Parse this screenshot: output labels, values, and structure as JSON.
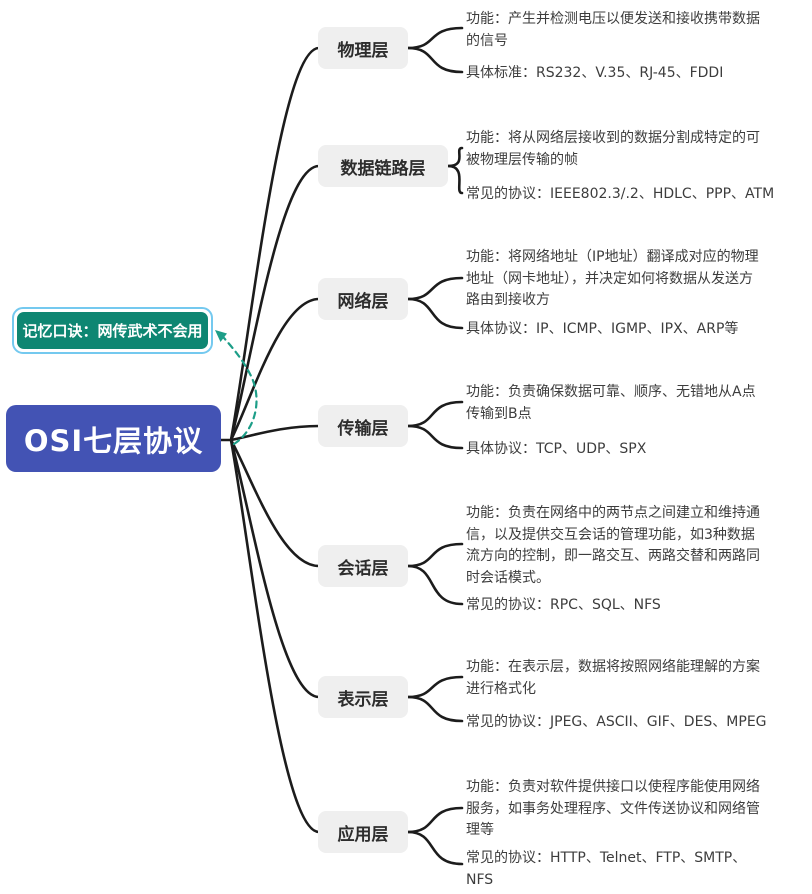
{
  "root": {
    "label": "OSI七层协议"
  },
  "mnemonic": {
    "label": "记忆口诀：网传武术不会用"
  },
  "layers": [
    {
      "name": "物理层",
      "leaves": [
        {
          "text": "功能：产生并检测电压以便发送和接收携带数据\n的信号"
        },
        {
          "text": "具体标准：RS232、V.35、RJ-45、FDDI"
        }
      ]
    },
    {
      "name": "数据链路层",
      "leaves": [
        {
          "text": "功能：将从网络层接收到的数据分割成特定的可\n被物理层传输的帧"
        },
        {
          "text": "常见的协议：IEEE802.3/.2、HDLC、PPP、ATM"
        }
      ]
    },
    {
      "name": "网络层",
      "leaves": [
        {
          "text": "功能：将网络地址（IP地址）翻译成对应的物理\n地址（网卡地址），并决定如何将数据从发送方\n路由到接收方"
        },
        {
          "text": "具体协议：IP、ICMP、IGMP、IPX、ARP等"
        }
      ]
    },
    {
      "name": "传输层",
      "leaves": [
        {
          "text": "功能：负责确保数据可靠、顺序、无错地从A点\n传输到B点"
        },
        {
          "text": "具体协议：TCP、UDP、SPX"
        }
      ]
    },
    {
      "name": "会话层",
      "leaves": [
        {
          "text": "功能：负责在网络中的两节点之间建立和维持通\n信，以及提供交互会话的管理功能，如3种数据\n流方向的控制，即一路交互、两路交替和两路同\n时会话模式。"
        },
        {
          "text": "常见的协议：RPC、SQL、NFS"
        }
      ]
    },
    {
      "name": "表示层",
      "leaves": [
        {
          "text": "功能：在表示层，数据将按照网络能理解的方案\n进行格式化"
        },
        {
          "text": "常见的协议：JPEG、ASCII、GIF、DES、MPEG"
        }
      ]
    },
    {
      "name": "应用层",
      "leaves": [
        {
          "text": "功能：负责对软件提供接口以使程序能使用网络\n服务，如事务处理程序、文件传送协议和网络管\n理等"
        },
        {
          "text": "常见的协议：HTTP、Telnet、FTP、SMTP、\nNFS"
        }
      ]
    }
  ],
  "colors": {
    "root_bg": "#4353b4",
    "mnemonic_bg": "#0e8672",
    "mnemonic_ring": "#74c9ef",
    "node_bg": "#efefef",
    "branch_line": "#1c1c1c",
    "relationship_arrow": "#1d9e88"
  }
}
